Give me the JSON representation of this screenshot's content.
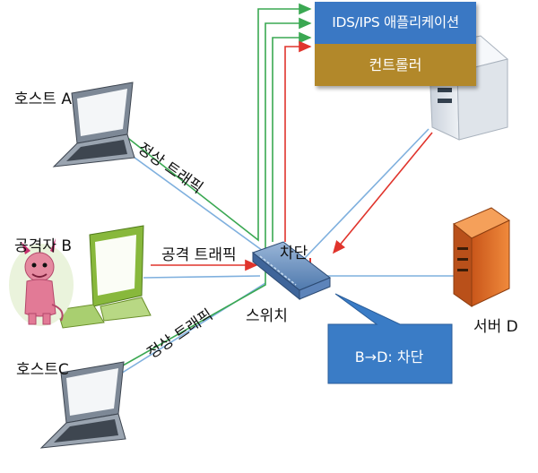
{
  "nodes": {
    "host_a": "호스트 A",
    "attacker_b": "공격자 B",
    "host_c": "호스트C",
    "server_d": "서버 D",
    "switch": "스위치"
  },
  "app": {
    "ids_ips": "IDS/IPS 애플리케이션",
    "controller": "컨트롤러"
  },
  "flows": {
    "normal_traffic_a": "정상 트래픽",
    "attack_traffic": "공격 트래픽",
    "normal_traffic_c": "정상 트래픽",
    "block": "차단"
  },
  "callout": "B→D: 차단",
  "colors": {
    "normal_flow": "#3aa852",
    "attack_flow": "#e0342c",
    "link": "#7fb0de",
    "app_top": "#3a78c4",
    "app_bottom": "#b2882a",
    "callout": "#3a7cc6"
  }
}
